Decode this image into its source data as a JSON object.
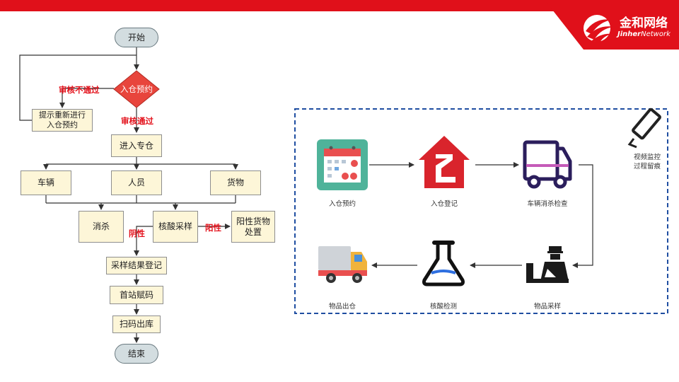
{
  "brand": {
    "name_cn": "金和网络",
    "name_en_bold": "Jinher",
    "name_en_light": "Network"
  },
  "flowchart": {
    "start": "开始",
    "decision": "入仓预约",
    "reject_label": "审核不通过",
    "approve_label": "审核通过",
    "resubmit": "提示重新进行\n入仓预约",
    "enter": "进入专仓",
    "vehicle": "车辆",
    "personnel": "人员",
    "goods": "货物",
    "disinfect": "消杀",
    "sampling": "核酸采样",
    "negative_label": "阴性",
    "positive_label": "阳性",
    "positive_handling": "阳性货物\n处置",
    "record": "采样结果登记",
    "code": "首站赋码",
    "scan_out": "扫码出库",
    "end": "结束"
  },
  "process": {
    "monitor_label": "视频监控\n过程留痕",
    "steps": [
      "入仓预约",
      "入仓登记",
      "车辆消杀检查",
      "物品采样",
      "核酸检测",
      "物品出仓"
    ]
  },
  "colors": {
    "brand_red": "#e0101a",
    "decision_red": "#e8453c",
    "dashed_blue": "#1f4ea1",
    "box_fill": "#fdf6d8"
  }
}
